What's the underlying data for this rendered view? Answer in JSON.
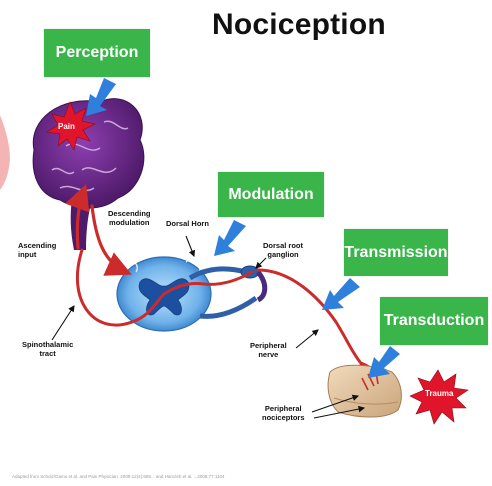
{
  "title": "Nociception",
  "stages": {
    "perception": "Perception",
    "modulation": "Modulation",
    "transmission": "Transmission",
    "transduction": "Transduction"
  },
  "labels": {
    "pain": "Pain",
    "descending_modulation": "Descending\nmodulation",
    "dorsal_horn": "Dorsal Horn",
    "dorsal_root_ganglion": "Dorsal root\nganglion",
    "ascending_input": "Ascending\ninput",
    "spinothalamic_tract": "Spinothalamic\ntract",
    "peripheral_nerve": "Peripheral\nnerve",
    "peripheral_nociceptors": "Peripheral\nnociceptors",
    "trauma": "Trauma"
  },
  "footnote": "Adapted from Scholz/Gamo et al. and Pain Physician. 2009;12(4):689... and Hamzeh et al. ...2008;77:1104",
  "colors": {
    "stage_box": "#39b54a",
    "arrow": "#2f7fdc",
    "brain": "#6b2a8a",
    "nerve": "#cc2b2b",
    "spinal_cord": "#3d8fd6",
    "starburst": "#e0152b",
    "tissue": "#e6c9a3"
  }
}
